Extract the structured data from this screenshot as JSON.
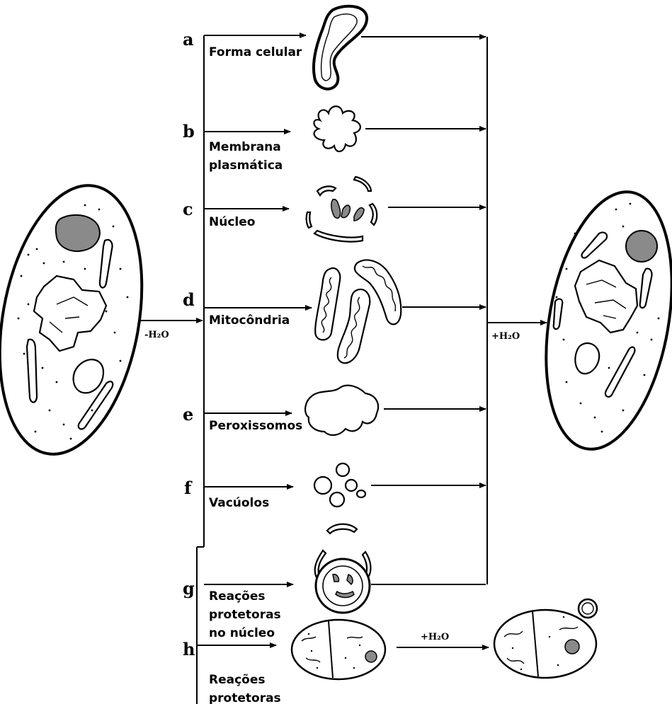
{
  "stages": [
    {
      "letter": "a",
      "label_lines": [
        "Forma celular"
      ]
    },
    {
      "letter": "b",
      "label_lines": [
        "Membrana",
        "plasmática"
      ]
    },
    {
      "letter": "c",
      "label_lines": [
        "Núcleo"
      ]
    },
    {
      "letter": "d",
      "label_lines": [
        "Mitocôndria"
      ]
    },
    {
      "letter": "e",
      "label_lines": [
        "Peroxissomos"
      ]
    },
    {
      "letter": "f",
      "label_lines": [
        "Vacúolos"
      ]
    },
    {
      "letter": "g",
      "label_lines": [
        "Reações",
        "protetoras",
        "no núcleo"
      ]
    },
    {
      "letter": "h",
      "label_lines": [
        "Reações",
        "protetoras"
      ]
    }
  ],
  "water": {
    "loss": "-H₂O",
    "gain": "+H₂O",
    "gain_budding": "+H₂O"
  },
  "colors": {
    "line": "#000000",
    "organelle_fill": "#8a8a8a",
    "background": "#ffffff"
  }
}
